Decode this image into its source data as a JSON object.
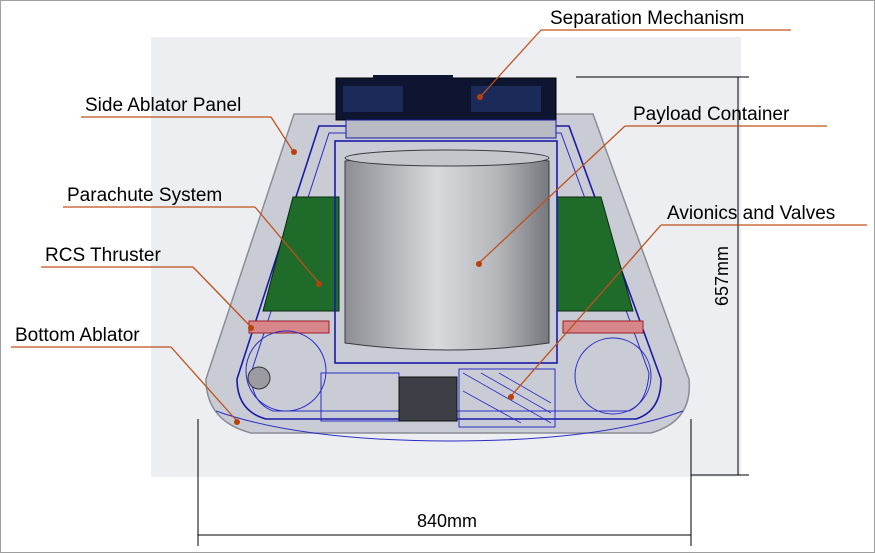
{
  "labels": {
    "separation_mechanism": "Separation Mechanism",
    "side_ablator_panel": "Side Ablator Panel",
    "payload_container": "Payload Container",
    "parachute_system": "Parachute System",
    "avionics_and_valves": "Avionics and Valves",
    "rcs_thruster": "RCS Thruster",
    "bottom_ablator": "Bottom Ablator"
  },
  "dimensions": {
    "height": "657mm",
    "width": "840mm"
  },
  "colors": {
    "leader": "#c0501a",
    "outline": "#1a1aa8",
    "parachute": "#1f6b2a",
    "shell": "#c9ccd4",
    "background_panel": "#e6e8ee"
  }
}
